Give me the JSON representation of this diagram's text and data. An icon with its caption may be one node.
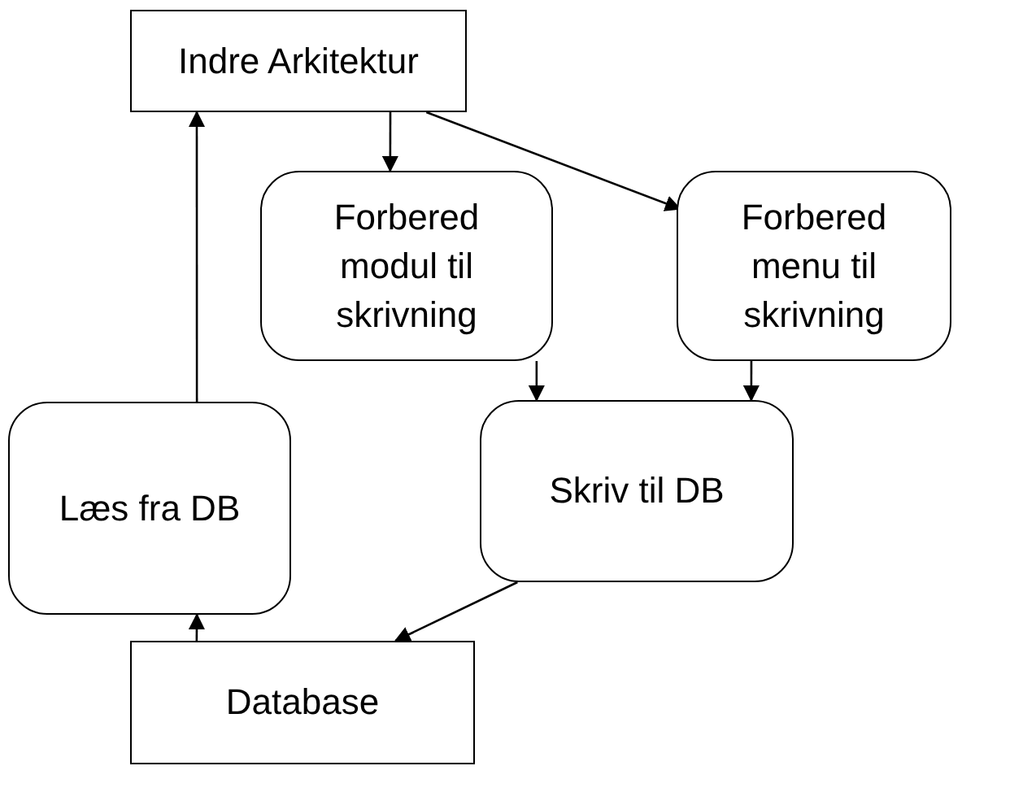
{
  "diagram": {
    "nodes": [
      {
        "text": [
          "Indre Arkitektur"
        ]
      },
      {
        "text": [
          "Forbered modul til skrivning"
        ]
      },
      {
        "text": [
          "Forbered menu til skrivning"
        ]
      },
      {
        "text": [
          "Læs fra DB"
        ]
      },
      {
        "text": [
          "Skriv til DB"
        ]
      },
      {
        "text": [
          "Database"
        ]
      }
    ],
    "edges": [
      {
        "from": 0,
        "to": 1,
        "arrow": "to"
      },
      {
        "from": 0,
        "to": 2,
        "arrow": "to"
      },
      {
        "from": 1,
        "to": 4,
        "arrow": "to"
      },
      {
        "from": 2,
        "to": 4,
        "arrow": "to"
      },
      {
        "from": 4,
        "to": 5,
        "arrow": "to"
      },
      {
        "from": 5,
        "to": 3,
        "arrow": "to"
      },
      {
        "from": 3,
        "to": 0,
        "arrow": "to"
      }
    ]
  }
}
